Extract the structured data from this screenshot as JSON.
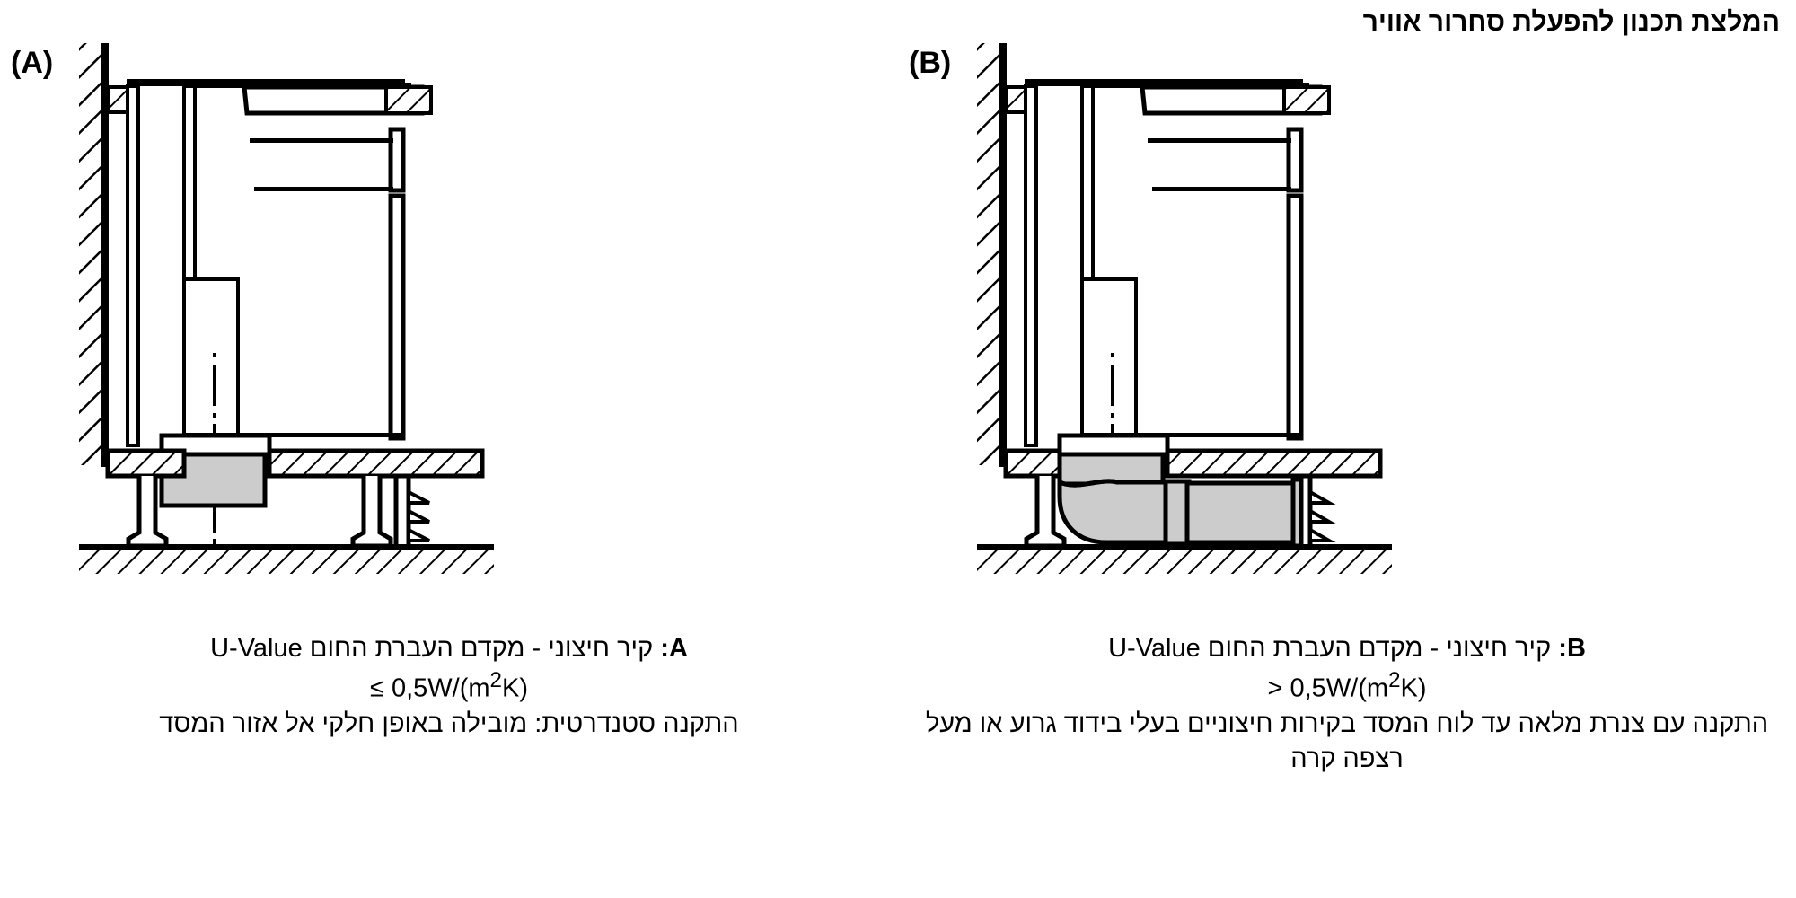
{
  "header": {
    "title": "המלצת תכנון להפעלת סחרור אוויר"
  },
  "panels": [
    {
      "label": "(A)",
      "key_label": "A",
      "caption_line1_prefix": "A:",
      "caption_line1": "קיר חיצוני - מקדם העברת החום U-Value",
      "caption_line2": "≤ 0,5W/(m2K)",
      "caption_value_compare": "≤",
      "caption_value_number": "0,5W/(m",
      "caption_value_exp": "2",
      "caption_value_tail": "K)",
      "caption_desc": "התקנה סטנדרטית: מובילה באופן חלקי אל אזור המסד",
      "duct_type": "short-straight-duct",
      "colors": {
        "duct_fill": "#cccccc",
        "line": "#000000",
        "hatch_fill": "#ffffff"
      }
    },
    {
      "label": "(B)",
      "key_label": "B",
      "caption_line1_prefix": "B:",
      "caption_line1": "קיר חיצוני - מקדם העברת החום U-Value",
      "caption_line2": "> 0,5W/(m2K)",
      "caption_value_compare": ">",
      "caption_value_number": "0,5W/(m",
      "caption_value_exp": "2",
      "caption_value_tail": "K)",
      "caption_desc": "התקנה עם צנרת מלאה עד לוח המסד בקירות חיצוניים בעלי בידוד גרוע או מעל רצפה קרה",
      "duct_type": "elbow-duct-to-plinth",
      "colors": {
        "duct_fill": "#cccccc",
        "line": "#000000",
        "hatch_fill": "#ffffff"
      }
    }
  ],
  "diagram": {
    "elements": {
      "wall": "external-wall-hatched",
      "worktop": "kitchen-worktop",
      "appliance": "built-in-appliance-body",
      "air_duct": "recirculation-air-duct",
      "plinth_panel": "plinth-board",
      "plinth_grille": "plinth-ventilation-grille",
      "floor": "floor-hatched",
      "leg": "adjustable-cabinet-leg",
      "centerline": "duct-centre-line"
    }
  }
}
